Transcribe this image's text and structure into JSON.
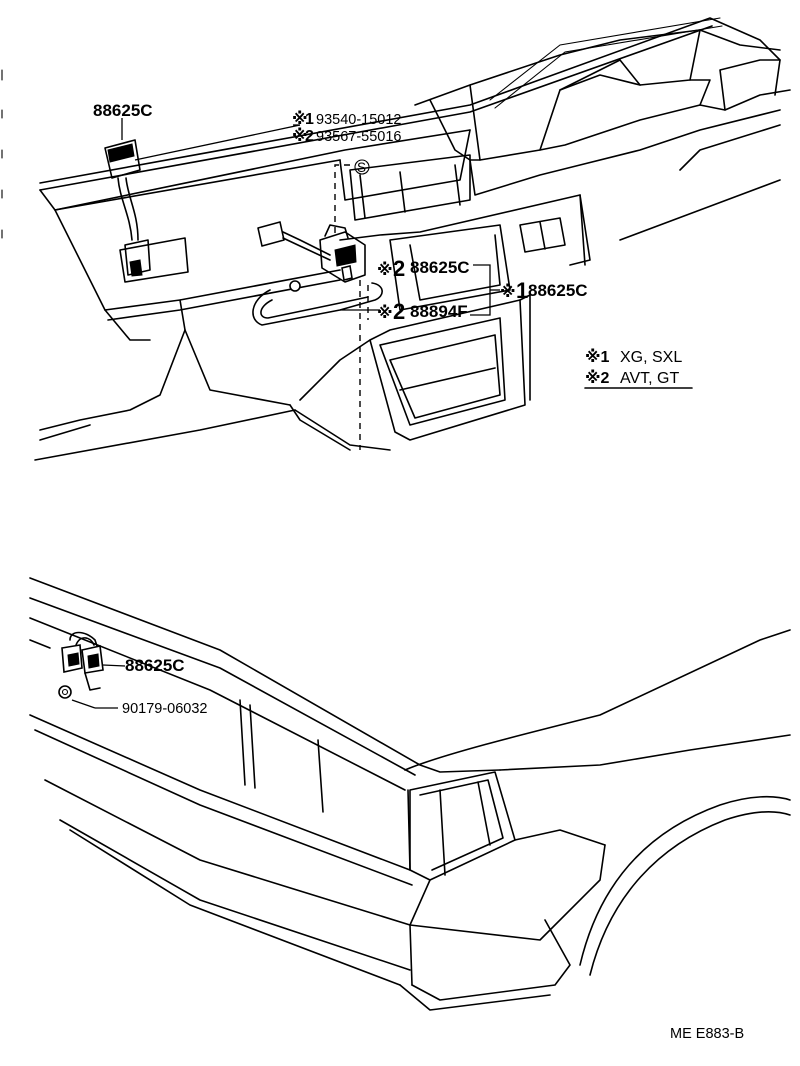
{
  "parts": {
    "console_switch_top": "88625C",
    "switch_a1": "93540-15012",
    "switch_a2": "93567-55016",
    "s_mark": "S",
    "connector_2": "88625C",
    "connector_1": "88625C",
    "clamp_2": "88894F",
    "rear_connector": "88625C",
    "rear_bolt": "90179-06032"
  },
  "markers": {
    "ref_mark": "※",
    "one": "1",
    "two": "2"
  },
  "legend": {
    "item1": {
      "mark": "※1",
      "models": "XG, SXL"
    },
    "item2": {
      "mark": "※2",
      "models": "AVT, GT"
    }
  },
  "footer": {
    "code": "ME  E883-B"
  }
}
